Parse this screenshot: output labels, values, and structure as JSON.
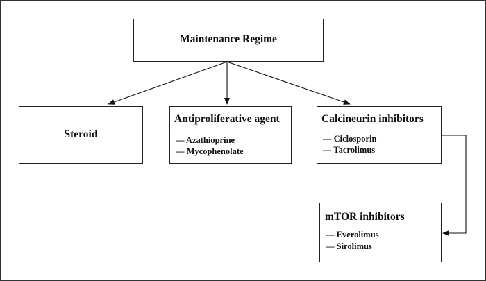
{
  "nodes": {
    "root": {
      "title": "Maintenance Regime"
    },
    "steroid": {
      "title": "Steroid"
    },
    "antiproliferative": {
      "title": "Antiproliferative agent",
      "items": [
        "— Azathioprine",
        "— Mycophenolate"
      ]
    },
    "calcineurin": {
      "title": "Calcineurin inhibitors",
      "items": [
        "— Ciclosporin",
        "— Tacrolimus"
      ]
    },
    "mtor": {
      "title": "mTOR inhibitors",
      "items": [
        "— Everolimus",
        "— Sirolimus"
      ]
    }
  },
  "edges": [
    {
      "from": "Maintenance Regime",
      "to": "Steroid"
    },
    {
      "from": "Maintenance Regime",
      "to": "Antiproliferative agent"
    },
    {
      "from": "Maintenance Regime",
      "to": "Calcineurin inhibitors"
    },
    {
      "from": "Calcineurin inhibitors",
      "to": "mTOR inhibitors"
    }
  ]
}
